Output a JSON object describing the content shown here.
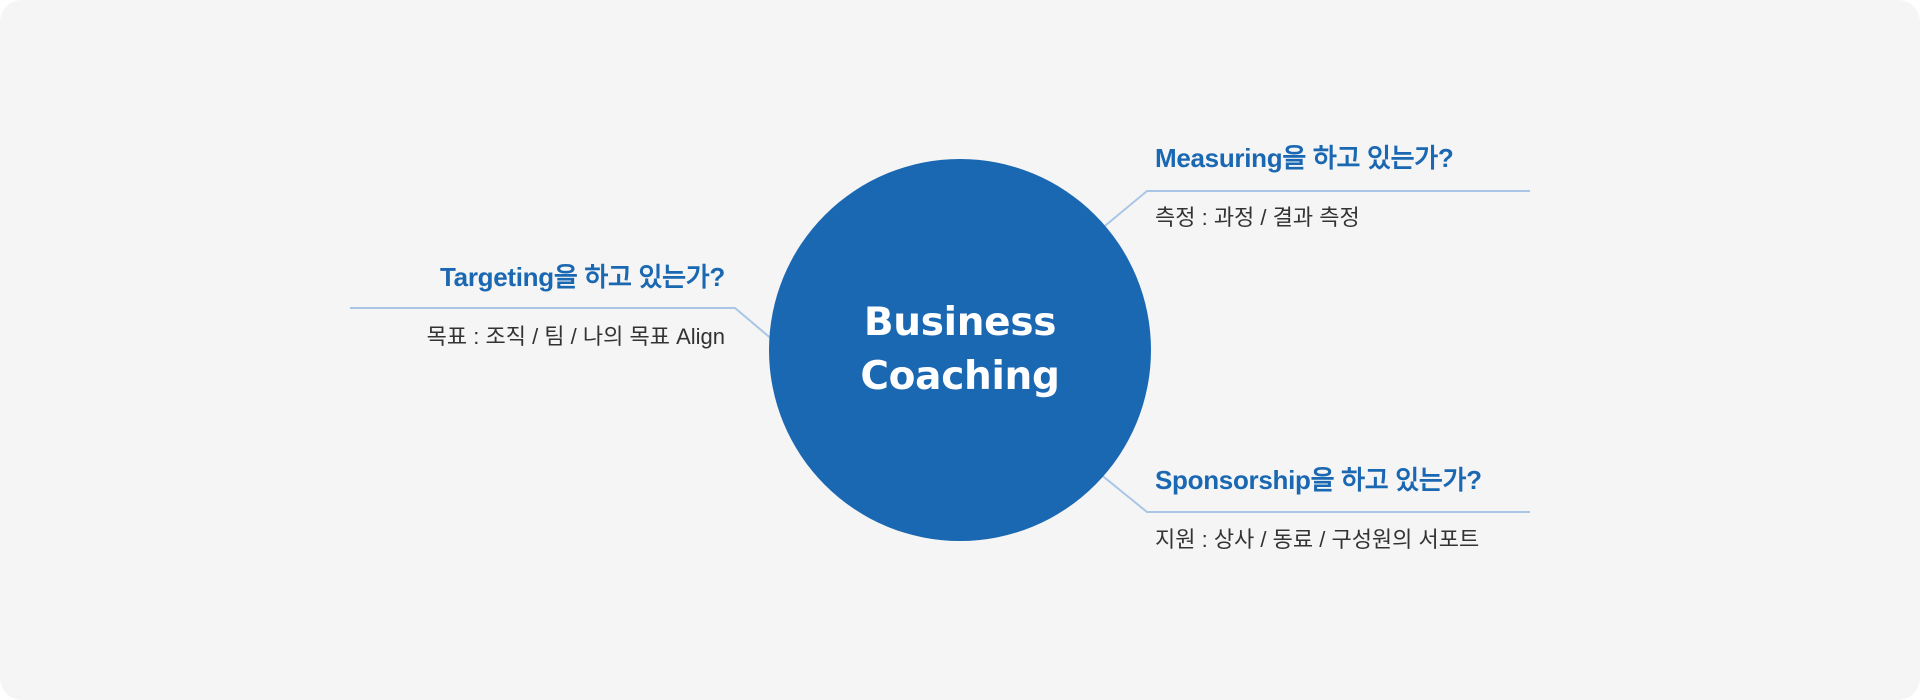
{
  "colors": {
    "primary": "#1a67b2",
    "connector": "#a9c6e6",
    "text": "#333333"
  },
  "center": {
    "title_line1": "Business",
    "title_line2": "Coaching"
  },
  "branches": {
    "measuring": {
      "title": "Measuring을 하고 있는가?",
      "description": "측정 : 과정 / 결과 측정"
    },
    "targeting": {
      "title": "Targeting을 하고 있는가?",
      "description": "목표 : 조직 / 팀 / 나의 목표 Align"
    },
    "sponsorship": {
      "title": "Sponsorship을 하고 있는가?",
      "description": "지원 : 상사 / 동료 / 구성원의 서포트"
    }
  }
}
